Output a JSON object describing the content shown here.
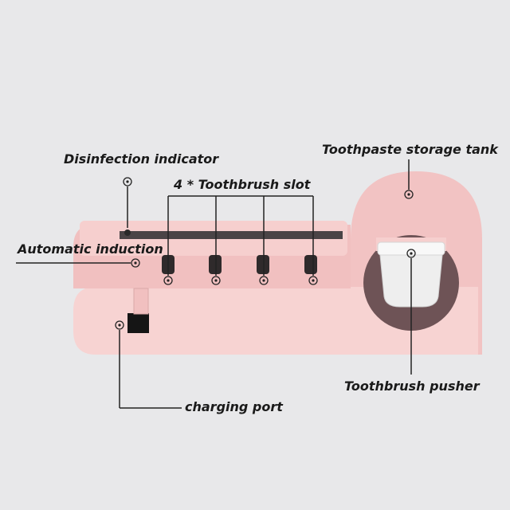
{
  "labels": {
    "disinfection_indicator": "Disinfection indicator",
    "toothbrush_slot": "4 * Toothbrush slot",
    "automatic_induction": "Automatic induction",
    "toothpaste_tank": "Toothpaste storage tank",
    "toothbrush_pusher": "Toothbrush pusher",
    "charging_port": "charging port"
  },
  "colors": {
    "background": "#e8e8ea",
    "body_pink": "#f3c6c6",
    "body_light": "#f8d6d5",
    "window_dark": "#6e5356"
  }
}
